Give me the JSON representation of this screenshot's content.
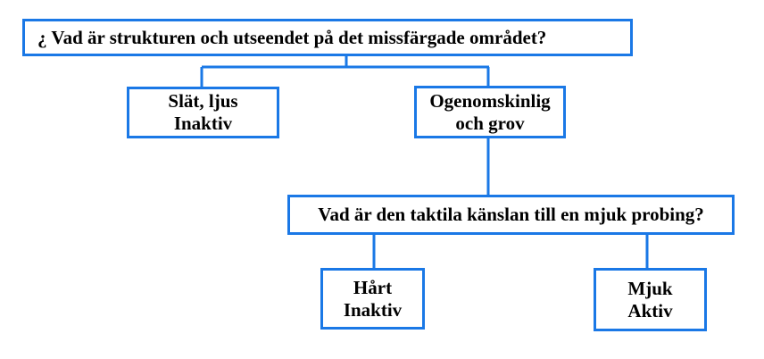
{
  "question1": "¿ Vad är strukturen och utseendet på det missfärgade området?",
  "option_smooth": {
    "line1": "Slät, ljus",
    "line2": "Inaktiv"
  },
  "option_opaque": {
    "line1": "Ogenomskinlig",
    "line2": "och grov"
  },
  "question2": "Vad är den taktila känslan till en mjuk probing?",
  "option_hard": {
    "line1": "Hårt",
    "line2": "Inaktiv"
  },
  "option_soft": {
    "line1": "Mjuk",
    "line2": "Aktiv"
  },
  "colors": {
    "border": "#1a78e6"
  }
}
